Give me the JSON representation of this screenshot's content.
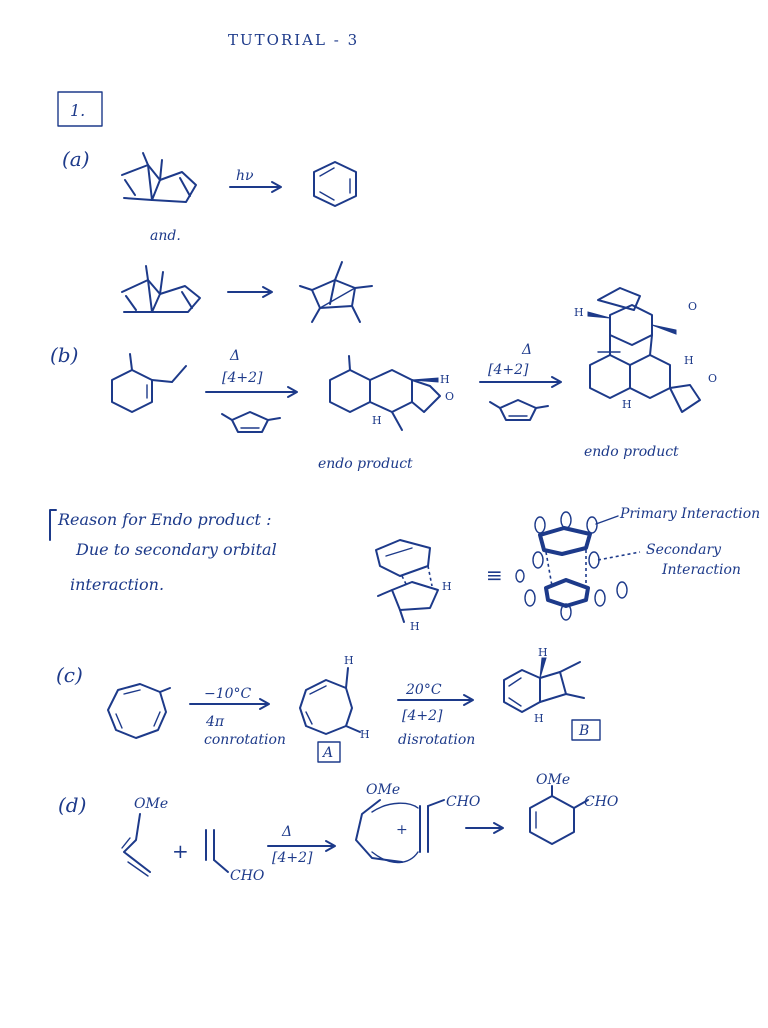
{
  "header": {
    "title": "TUTORIAL - 3"
  },
  "question": {
    "number": "1."
  },
  "part_a": {
    "label": "(a)",
    "reagent": "hν",
    "connector": "and."
  },
  "part_b": {
    "label": "(b)",
    "delta": "Δ",
    "reaction_1": "[4+2]",
    "reaction_2": "[4+2]",
    "product_1_label": "endo product",
    "product_2_label": "endo product",
    "h": "H",
    "o": "O"
  },
  "reason": {
    "heading": "Reason for Endo product :",
    "line1": "Due to secondary orbital",
    "line2": "interaction.",
    "equals": "≡",
    "primary_label": "Primary Interaction",
    "secondary_label_1": "Secondary",
    "secondary_label_2": "Interaction"
  },
  "part_c": {
    "label": "(c)",
    "temp_1": "−10°C",
    "step_1_a": "4π",
    "step_1_b": "conrotation",
    "intermediate": "A",
    "temp_2": "20°C",
    "step_2_a": "[4+2]",
    "step_2_b": "disrotation",
    "product": "B",
    "h": "H"
  },
  "part_d": {
    "label": "(d)",
    "ome": "OMe",
    "cho": "CHO",
    "plus": "+",
    "delta": "Δ",
    "reaction": "[4+2]"
  }
}
